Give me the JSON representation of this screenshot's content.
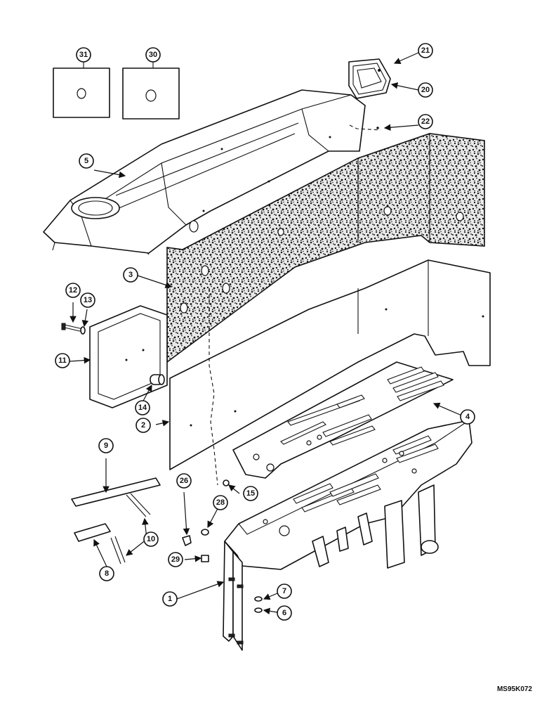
{
  "drawing_code": "MS95K072",
  "callouts": [
    {
      "id": "c1",
      "label": "1"
    },
    {
      "id": "c2",
      "label": "2"
    },
    {
      "id": "c3",
      "label": "3"
    },
    {
      "id": "c4",
      "label": "4"
    },
    {
      "id": "c5",
      "label": "5"
    },
    {
      "id": "c6",
      "label": "6"
    },
    {
      "id": "c7",
      "label": "7"
    },
    {
      "id": "c8",
      "label": "8"
    },
    {
      "id": "c9",
      "label": "9"
    },
    {
      "id": "c10",
      "label": "10"
    },
    {
      "id": "c11",
      "label": "11"
    },
    {
      "id": "c12",
      "label": "12"
    },
    {
      "id": "c13",
      "label": "13"
    },
    {
      "id": "c14",
      "label": "14"
    },
    {
      "id": "c15",
      "label": "15"
    },
    {
      "id": "c20",
      "label": "20"
    },
    {
      "id": "c21",
      "label": "21"
    },
    {
      "id": "c22",
      "label": "22"
    },
    {
      "id": "c26",
      "label": "26"
    },
    {
      "id": "c28",
      "label": "28"
    },
    {
      "id": "c29",
      "label": "29"
    },
    {
      "id": "c30",
      "label": "30"
    },
    {
      "id": "c31",
      "label": "31"
    }
  ]
}
